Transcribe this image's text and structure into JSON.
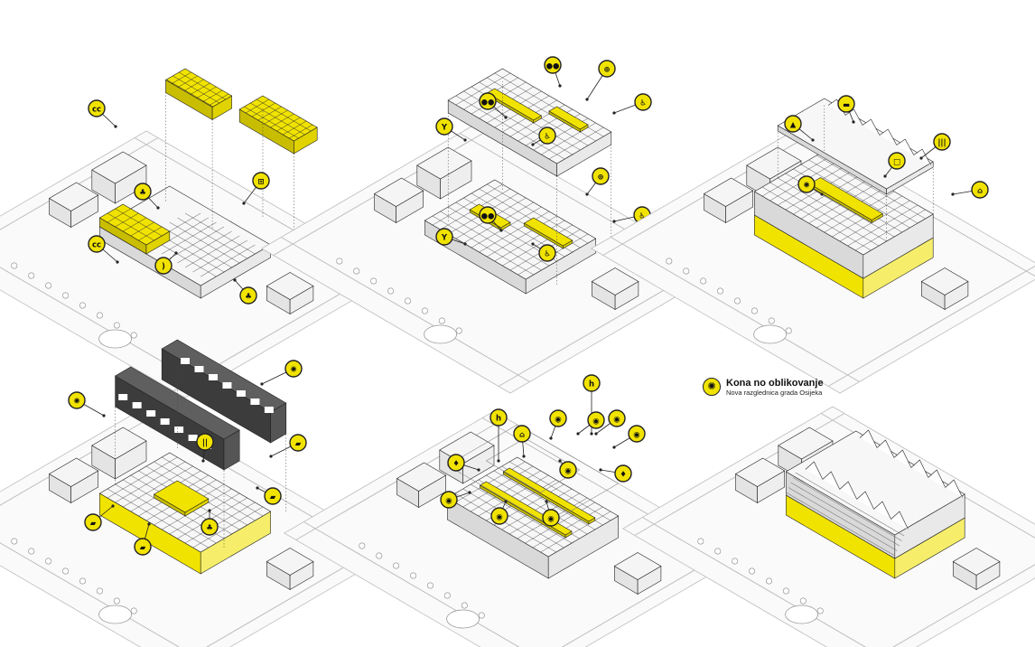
{
  "legend": {
    "title": "Kona no oblikovanje",
    "subtitle": "Nova razglednica grada Osijeka",
    "icon": "sun-icon"
  },
  "colors": {
    "accent": "#f1e300",
    "accent_dark": "#c9bd00",
    "line": "#222222",
    "light_line": "#bdbdbd",
    "ground": "#f3f3f3",
    "building": "#e6e6e6"
  },
  "panels": [
    {
      "id": "program-layers",
      "callouts": [
        {
          "icon": "chanel-icon",
          "glyph": "cc"
        },
        {
          "icon": "tree-icon",
          "glyph": "♣"
        },
        {
          "icon": "cart-icon",
          "glyph": "⊞"
        },
        {
          "icon": "chanel-icon",
          "glyph": "cc"
        },
        {
          "icon": "wifi-icon",
          "glyph": ")"
        },
        {
          "icon": "wifi-icon",
          "glyph": ")"
        },
        {
          "icon": "tree-icon",
          "glyph": "♣"
        }
      ]
    },
    {
      "id": "public-access",
      "callouts": [
        {
          "icon": "group-icon",
          "glyph": "●●"
        },
        {
          "icon": "group-icon",
          "glyph": "●●"
        },
        {
          "icon": "network-icon",
          "glyph": "⊕"
        },
        {
          "icon": "wheelchair-icon",
          "glyph": "♿"
        },
        {
          "icon": "wheelchair-icon",
          "glyph": "♿"
        },
        {
          "icon": "branch-icon",
          "glyph": "Y"
        },
        {
          "icon": "group-icon",
          "glyph": "●●"
        },
        {
          "icon": "network-icon",
          "glyph": "⊕"
        },
        {
          "icon": "wheelchair-icon",
          "glyph": "♿"
        },
        {
          "icon": "branch-icon",
          "glyph": "Y"
        },
        {
          "icon": "wheelchair-icon",
          "glyph": "♿"
        }
      ]
    },
    {
      "id": "roof-landscape",
      "callouts": [
        {
          "icon": "mountain-icon",
          "glyph": "▲"
        },
        {
          "icon": "roof-icon",
          "glyph": "▬"
        },
        {
          "icon": "square-icon",
          "glyph": "□"
        },
        {
          "icon": "bars-icon",
          "glyph": "|||"
        },
        {
          "icon": "sun-icon",
          "glyph": "✺"
        },
        {
          "icon": "house-icon",
          "glyph": "⌂"
        }
      ]
    },
    {
      "id": "facade-envelope",
      "callouts": [
        {
          "icon": "sun-icon",
          "glyph": "✺"
        },
        {
          "icon": "sun-icon",
          "glyph": "✺"
        },
        {
          "icon": "cutlery-icon",
          "glyph": "||"
        },
        {
          "icon": "bird-icon",
          "glyph": "▰"
        },
        {
          "icon": "bird-icon",
          "glyph": "▰"
        },
        {
          "icon": "bird-icon",
          "glyph": "▰"
        },
        {
          "icon": "bird-icon",
          "glyph": "▰"
        },
        {
          "icon": "tree-icon",
          "glyph": "♣"
        }
      ]
    },
    {
      "id": "circulation-services",
      "callouts": [
        {
          "icon": "h-icon",
          "glyph": "h"
        },
        {
          "icon": "h-icon",
          "glyph": "h"
        },
        {
          "icon": "house-icon",
          "glyph": "⌂"
        },
        {
          "icon": "eye-icon",
          "glyph": "◉"
        },
        {
          "icon": "eye-icon",
          "glyph": "◉"
        },
        {
          "icon": "eye-icon",
          "glyph": "◉"
        },
        {
          "icon": "drop-icon",
          "glyph": "♦"
        },
        {
          "icon": "eye-icon",
          "glyph": "◉"
        },
        {
          "icon": "eye-icon",
          "glyph": "◉"
        },
        {
          "icon": "eye-icon",
          "glyph": "◉"
        },
        {
          "icon": "eye-icon",
          "glyph": "◉"
        },
        {
          "icon": "drop-icon",
          "glyph": "♦"
        },
        {
          "icon": "eye-icon",
          "glyph": "◉"
        }
      ]
    },
    {
      "id": "final-building",
      "callouts": []
    }
  ]
}
